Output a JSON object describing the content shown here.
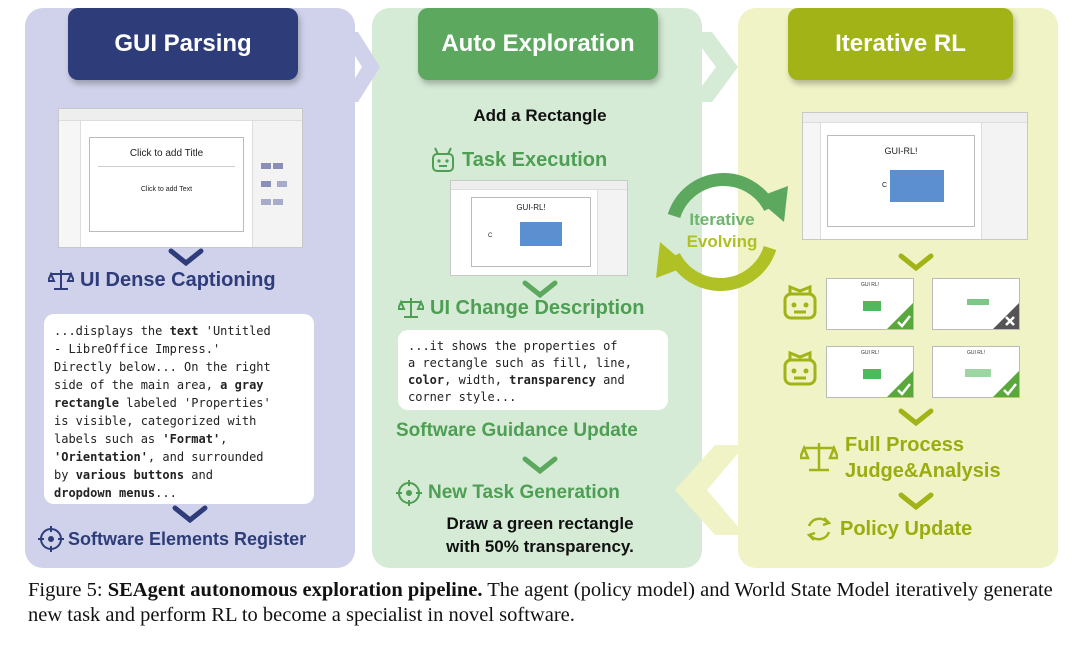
{
  "panels": {
    "gui_parsing": {
      "title": "GUI Parsing",
      "screenshot": {
        "slide_title": "Click to add Title",
        "slide_text": "Click to add Text"
      },
      "captioning_label": "UI Dense Captioning",
      "register_label": "Software Elements Register"
    },
    "auto_exploration": {
      "title": "Auto Exploration",
      "task": "Add a Rectangle",
      "execution_label": "Task Execution",
      "screenshot": {
        "slide_title": "GUI-RL!",
        "slide_side": "C"
      },
      "change_label": "UI Change Description",
      "guidance_label": "Software Guidance Update",
      "new_task_label": "New Task Generation",
      "new_task_line1": "Draw a green rectangle",
      "new_task_line2": "with 50% transparency."
    },
    "iterative_rl": {
      "title": "Iterative RL",
      "screenshot": {
        "slide_title": "GUI-RL!",
        "slide_side": "C"
      },
      "thumb_title": "GUI RL!",
      "judge_line1": "Full Process",
      "judge_line2": "Judge&Analysis",
      "policy_label": "Policy Update"
    }
  },
  "evolving": {
    "line1": "Iterative",
    "line2": "Evolving"
  },
  "caption": {
    "prefix": "Figure 5: ",
    "bold": "SEAgent autonomous exploration pipeline.",
    "rest": " The agent (policy model) and World State Model iteratively generate new task and perform RL to become a specialist in novel software."
  },
  "code_blocks": {
    "dense": [
      [
        [
          "n",
          "...displays the "
        ],
        [
          "b",
          "text"
        ],
        [
          "n",
          " 'Untitled"
        ]
      ],
      [
        [
          "n",
          "- LibreOffice Impress.'"
        ]
      ],
      [
        [
          "n",
          "Directly below... On the right"
        ]
      ],
      [
        [
          "n",
          "side of the main area, "
        ],
        [
          "b",
          "a gray"
        ]
      ],
      [
        [
          "b",
          "rectangle"
        ],
        [
          "n",
          " labeled 'Properties'"
        ]
      ],
      [
        [
          "n",
          "is visible, categorized with"
        ]
      ],
      [
        [
          "n",
          "labels such as "
        ],
        [
          "b",
          "'Format'"
        ],
        [
          "n",
          ","
        ]
      ],
      [
        [
          "b",
          "'Orientation'"
        ],
        [
          "n",
          ", and surrounded"
        ]
      ],
      [
        [
          "n",
          "by "
        ],
        [
          "b",
          "various buttons"
        ],
        [
          "n",
          " and"
        ]
      ],
      [
        [
          "b",
          "dropdown menus"
        ],
        [
          "n",
          "..."
        ]
      ]
    ],
    "change": [
      [
        [
          "n",
          "...it shows the properties of"
        ]
      ],
      [
        [
          "n",
          "a rectangle such as fill, line,"
        ]
      ],
      [
        [
          "b",
          "color"
        ],
        [
          "n",
          ", width, "
        ],
        [
          "b",
          "transparency"
        ],
        [
          "n",
          " and"
        ]
      ],
      [
        [
          "n",
          "corner style..."
        ]
      ]
    ]
  },
  "colors": {
    "blue": "#2e3d7a",
    "green": "#5ca85f",
    "olive": "#a2b318",
    "rect_blue": "#5b8fd0",
    "rect_green": "#4fba5d"
  }
}
